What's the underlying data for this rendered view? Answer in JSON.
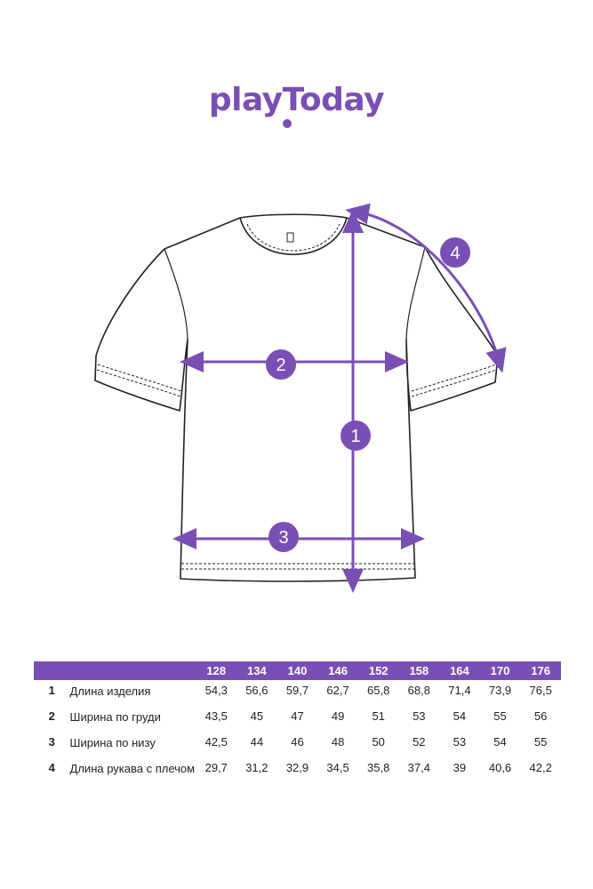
{
  "brand": {
    "logo_text": "playToday",
    "color": "#7a4fb5"
  },
  "diagram": {
    "garment": "t-shirt",
    "markers": [
      {
        "id": "1",
        "label": "1"
      },
      {
        "id": "2",
        "label": "2"
      },
      {
        "id": "3",
        "label": "3"
      },
      {
        "id": "4",
        "label": "4"
      }
    ]
  },
  "table": {
    "sizes": [
      "128",
      "134",
      "140",
      "146",
      "152",
      "158",
      "164",
      "170",
      "176"
    ],
    "rows": [
      {
        "num": "1",
        "name": "Длина изделия",
        "values": [
          "54,3",
          "56,6",
          "59,7",
          "62,7",
          "65,8",
          "68,8",
          "71,4",
          "73,9",
          "76,5"
        ]
      },
      {
        "num": "2",
        "name": "Ширина по груди",
        "values": [
          "43,5",
          "45",
          "47",
          "49",
          "51",
          "53",
          "54",
          "55",
          "56"
        ]
      },
      {
        "num": "3",
        "name": "Ширина по низу",
        "values": [
          "42,5",
          "44",
          "46",
          "48",
          "50",
          "52",
          "53",
          "54",
          "55"
        ]
      },
      {
        "num": "4",
        "name": "Длина рукава с плечом",
        "values": [
          "29,7",
          "31,2",
          "32,9",
          "34,5",
          "35,8",
          "37,4",
          "39",
          "40,6",
          "42,2"
        ]
      }
    ]
  }
}
